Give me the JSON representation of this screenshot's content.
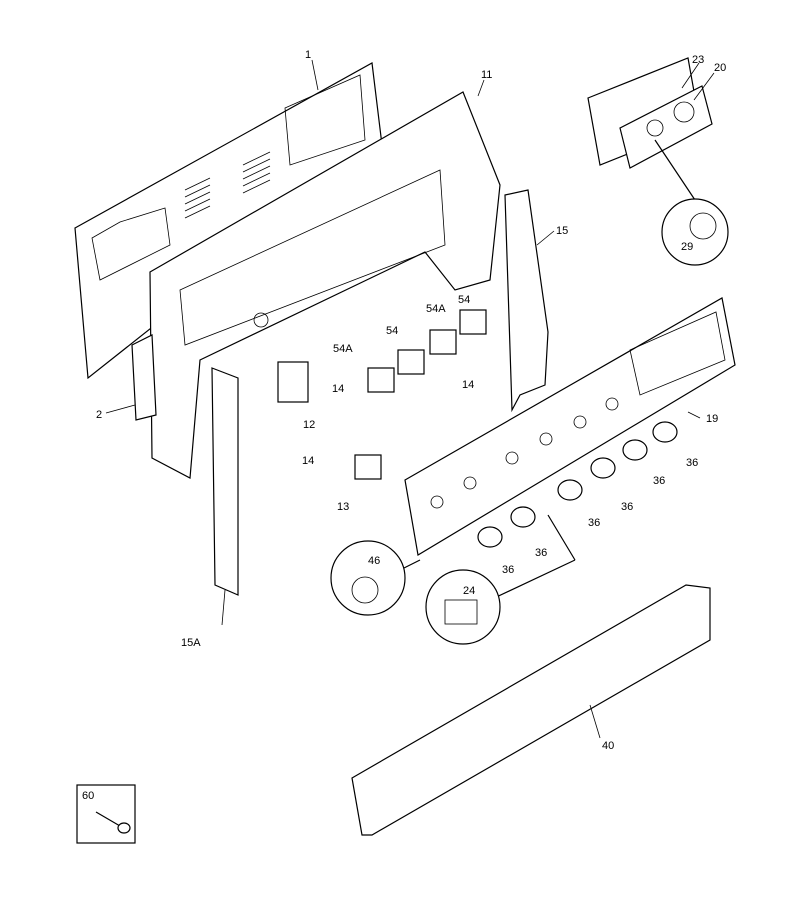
{
  "parts": {
    "p1": "1",
    "p11": "11",
    "p23": "23",
    "p20": "20",
    "p15": "15",
    "p29": "29",
    "p2": "2",
    "p54a_top": "54A",
    "p54_top": "54",
    "p54": "54",
    "p54a": "54A",
    "p14_a": "14",
    "p14_b": "14",
    "p14_c": "14",
    "p12": "12",
    "p13": "13",
    "p19": "19",
    "p36_1": "36",
    "p36_2": "36",
    "p36_3": "36",
    "p36_4": "36",
    "p36_5": "36",
    "p36_6": "36",
    "p46": "46",
    "p24": "24",
    "p15a": "15A",
    "p40": "40",
    "p60": "60"
  }
}
